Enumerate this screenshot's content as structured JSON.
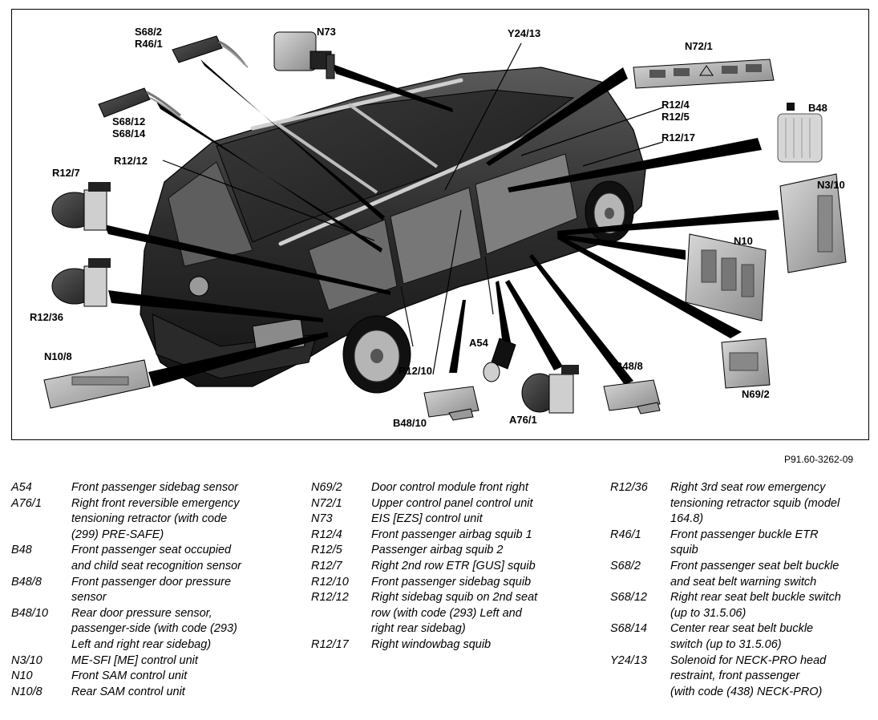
{
  "diagram": {
    "callouts": {
      "s68_2": "S68/2",
      "r46_1": "R46/1",
      "n73": "N73",
      "y24_13": "Y24/13",
      "n72_1": "N72/1",
      "r12_4": "R12/4",
      "r12_5": "R12/5",
      "r12_17": "R12/17",
      "b48": "B48",
      "s68_12": "S68/12",
      "s68_14": "S68/14",
      "r12_12": "R12/12",
      "r12_7": "R12/7",
      "n3_10": "N3/10",
      "n10": "N10",
      "r12_36": "R12/36",
      "n10_8": "N10/8",
      "a54": "A54",
      "r12_10": "R12/10",
      "b48_8": "B48/8",
      "b48_10": "B48/10",
      "a76_1": "A76/1",
      "n69_2": "N69/2"
    }
  },
  "figure_id": "P91.60-3262-09",
  "legend": {
    "col1": [
      {
        "code": "A54",
        "desc": "Front passenger sidebag sensor"
      },
      {
        "code": "A76/1",
        "desc": "Right front reversible emergency\ntensioning retractor (with code\n(299) PRE-SAFE)"
      },
      {
        "code": "B48",
        "desc": "Front passenger seat occupied\nand child seat recognition sensor"
      },
      {
        "code": "B48/8",
        "desc": "Front passenger door pressure\nsensor"
      },
      {
        "code": "B48/10",
        "desc": "Rear door pressure sensor,\npassenger-side (with code (293)\nLeft and right rear sidebag)"
      },
      {
        "code": "N3/10",
        "desc": "ME-SFI [ME] control unit"
      },
      {
        "code": "N10",
        "desc": "Front SAM control unit"
      },
      {
        "code": "N10/8",
        "desc": "Rear SAM control unit"
      }
    ],
    "col2": [
      {
        "code": "N69/2",
        "desc": "Door control module front right"
      },
      {
        "code": "N72/1",
        "desc": "Upper control panel control unit"
      },
      {
        "code": "N73",
        "desc": "EIS [EZS] control unit"
      },
      {
        "code": "R12/4",
        "desc": "Front passenger airbag squib 1"
      },
      {
        "code": "R12/5",
        "desc": "Passenger airbag squib 2"
      },
      {
        "code": "R12/7",
        "desc": "Right 2nd row ETR [GUS] squib"
      },
      {
        "code": "R12/10",
        "desc": "Front passenger sidebag squib"
      },
      {
        "code": "R12/12",
        "desc": "Right sidebag squib on 2nd seat\nrow (with code (293) Left and\nright rear sidebag)"
      },
      {
        "code": "R12/17",
        "desc": "Right windowbag squib"
      }
    ],
    "col3": [
      {
        "code": "R12/36",
        "desc": "Right 3rd seat row emergency\ntensioning retractor squib (model\n164.8)"
      },
      {
        "code": "R46/1",
        "desc": "Front passenger buckle ETR\nsquib"
      },
      {
        "code": "S68/2",
        "desc": "Front passenger seat belt buckle\nand seat belt warning switch"
      },
      {
        "code": "S68/12",
        "desc": "Right rear seat belt buckle switch\n(up to 31.5.06)"
      },
      {
        "code": "S68/14",
        "desc": "Center rear seat belt buckle\nswitch (up to 31.5.06)"
      },
      {
        "code": "Y24/13",
        "desc": "Solenoid for NECK-PRO head\nrestraint, front passenger\n(with code (438) NECK-PRO)"
      }
    ]
  }
}
